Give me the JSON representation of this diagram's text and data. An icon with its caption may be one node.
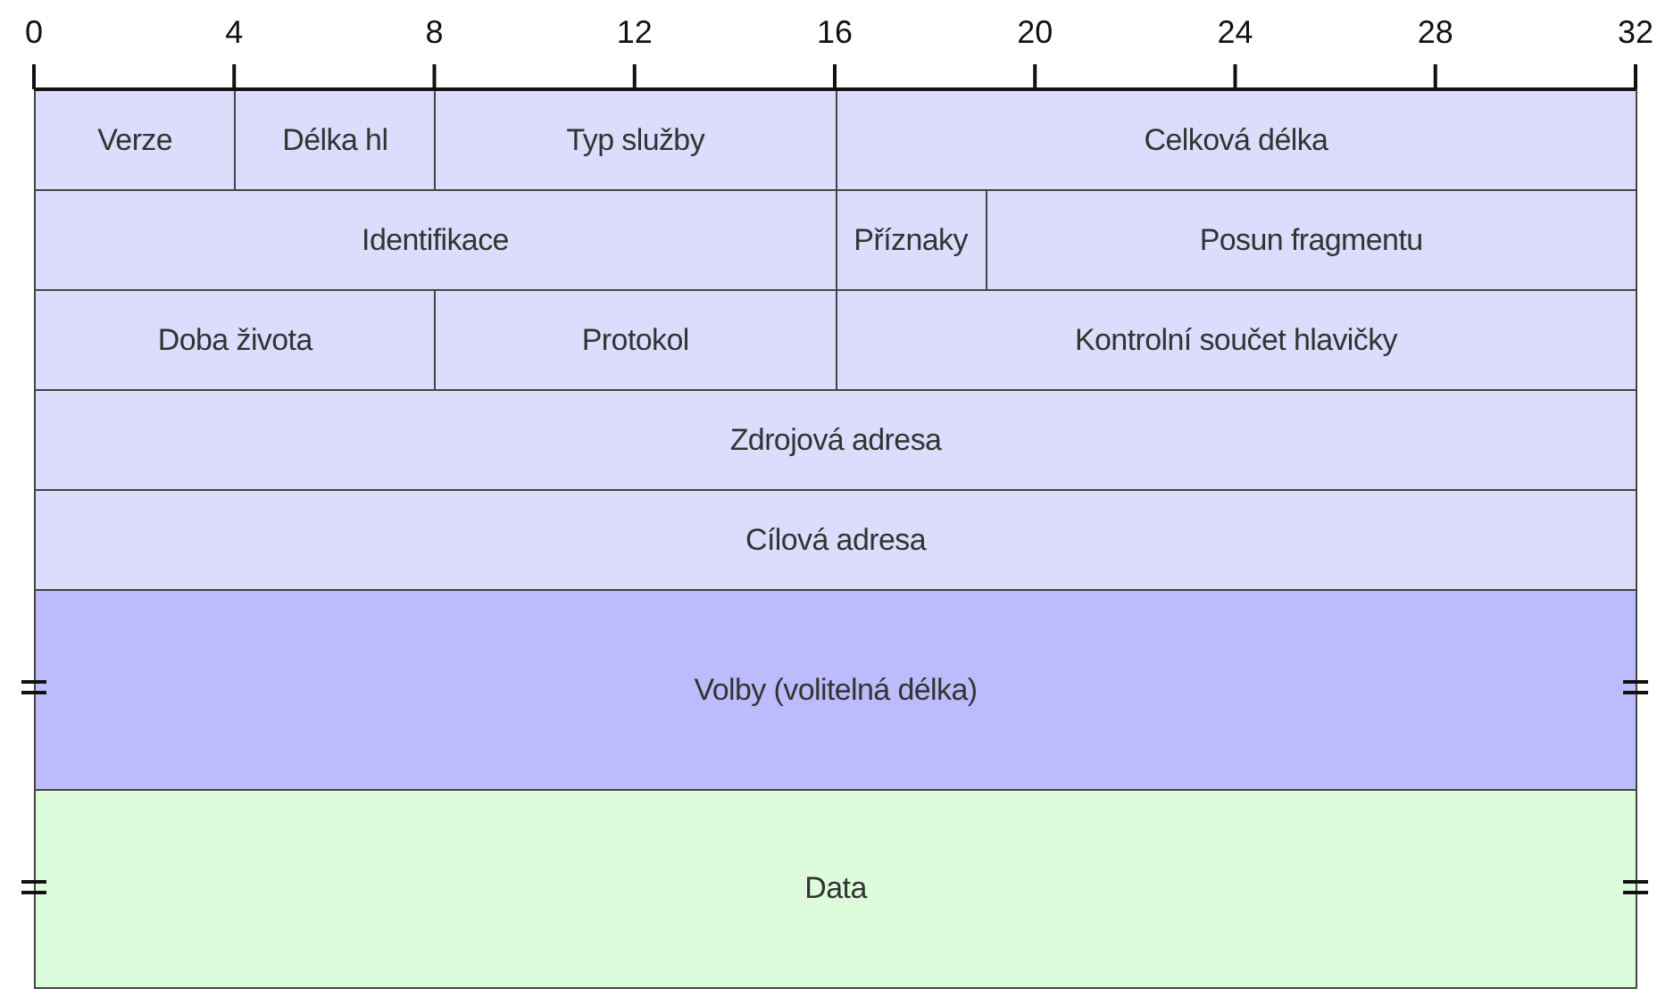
{
  "diagram": {
    "nodes": [
      {
        "text": [
          "Verze"
        ]
      },
      {
        "text": [
          "Délka hl"
        ]
      },
      {
        "text": [
          "Typ služby"
        ]
      },
      {
        "text": [
          "Celková délka"
        ]
      },
      {
        "text": [
          "Identifikace"
        ]
      },
      {
        "text": [
          "Příznaky"
        ]
      },
      {
        "text": [
          "Posun fragmentu"
        ]
      },
      {
        "text": [
          "Doba života"
        ]
      },
      {
        "text": [
          "Protokol"
        ]
      },
      {
        "text": [
          "Kontrolní součet hlavičky"
        ]
      },
      {
        "text": [
          "Zdrojová adresa"
        ]
      },
      {
        "text": [
          "Cílová adresa"
        ]
      },
      {
        "text": [
          "Volby (volitelná délka)"
        ]
      },
      {
        "text": [
          "Data"
        ]
      }
    ],
    "labels": [
      "0",
      "4",
      "8",
      "12",
      "16",
      "20",
      "24",
      "28",
      "32"
    ]
  }
}
